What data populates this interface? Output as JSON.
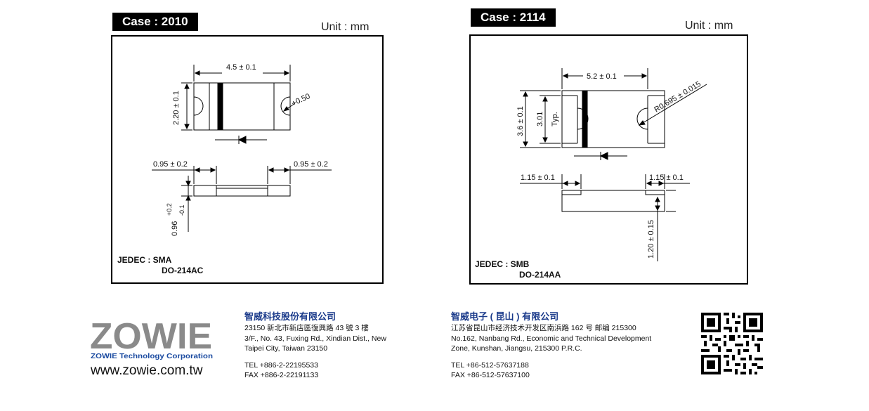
{
  "left_case": {
    "tag": "Case : 2010",
    "unit": "Unit : mm",
    "dims": {
      "length": "4.5 ± 0.1",
      "height": "2.20 ± 0.1",
      "radius": "+0.50",
      "pad_left": "0.95 ± 0.2",
      "pad_right": "0.95 ± 0.2",
      "thickness": "0.96",
      "tol_plus": "+0.2",
      "tol_minus": "-0.1"
    },
    "jedec_label": "JEDEC : SMA",
    "jedec_pkg": "DO-214AC"
  },
  "right_case": {
    "tag": "Case : 2114",
    "unit": "Unit : mm",
    "dims": {
      "length": "5.2 ± 0.1",
      "height": "3.6 ± 0.1",
      "inner_height": "3.01",
      "typ": "Typ.",
      "radius": "R0.695 ± 0.015",
      "pad_left": "1.15 ± 0.1",
      "pad_right": "1.15 ± 0.1",
      "thickness": "1.20 ± 0.15"
    },
    "jedec_label": "JEDEC : SMB",
    "jedec_pkg": "DO-214AA"
  },
  "footer": {
    "logo_text": "ZOWIE",
    "logo_sub": "ZOWIE Technology Corporation",
    "url": "www.zowie.com.tw",
    "taiwan": {
      "name": "智威科技股份有限公司",
      "addr1": "23150 新北市新店區復興路 43 號 3 樓",
      "addr2": "3/F., No. 43, Fuxing Rd., Xindian Dist., New",
      "addr3": "Taipei City, Taiwan 23150",
      "tel": "TEL  +886-2-22195533",
      "fax": "FAX +886-2-22191133"
    },
    "kunshan": {
      "name": "智威电子 ( 昆山 ) 有限公司",
      "addr1": "江苏省昆山市经济技术开发区南浜路 162 号 邮编 215300",
      "addr2": "No.162, Nanbang Rd., Economic and Technical Development",
      "addr3": "Zone, Kunshan, Jiangsu, 215300 P.R.C.",
      "tel": "TEL  +86-512-57637188",
      "fax": "FAX +86-512-57637100"
    }
  },
  "colors": {
    "logo_gray": "#8a8a8a",
    "company_blue": "#1a3a8a",
    "logo_sub_blue": "#1a4aa0"
  }
}
